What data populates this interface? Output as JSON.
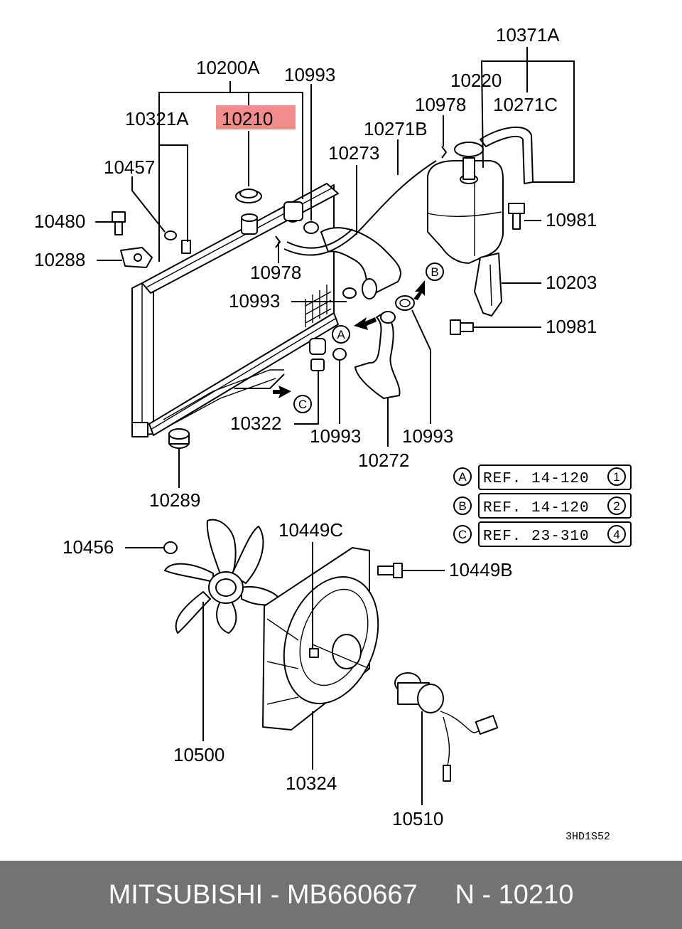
{
  "diagram": {
    "highlight_color": "#f28b8b",
    "labels": {
      "p10371A": "10371A",
      "p10200A": "10200A",
      "p10993_top": "10993",
      "p10220": "10220",
      "p10978_top": "10978",
      "p10271C": "10271C",
      "p10321A": "10321A",
      "p10210": "10210",
      "p10271B": "10271B",
      "p10273": "10273",
      "p10457": "10457",
      "p10480": "10480",
      "p10981_top": "10981",
      "p10288": "10288",
      "p10978_mid": "10978",
      "p10203": "10203",
      "p10993_mid": "10993",
      "p10981_bot": "10981",
      "p10322": "10322",
      "p10993_a": "10993",
      "p10993_b": "10993",
      "p10272": "10272",
      "p10289": "10289",
      "p10449C": "10449C",
      "p10456": "10456",
      "p10449B": "10449B",
      "p10500": "10500",
      "p10324": "10324",
      "p10510": "10510"
    },
    "markers": {
      "A": "A",
      "B": "B",
      "C": "C"
    },
    "refs": [
      {
        "marker": "A",
        "text": "REF. 14-120",
        "num": "1"
      },
      {
        "marker": "B",
        "text": "REF. 14-120",
        "num": "2"
      },
      {
        "marker": "C",
        "text": "REF. 23-310",
        "num": "4"
      }
    ],
    "drawing_code": "3HD1S52"
  },
  "footer": {
    "text": "MITSUBISHI - MB660667     N - 10210"
  }
}
